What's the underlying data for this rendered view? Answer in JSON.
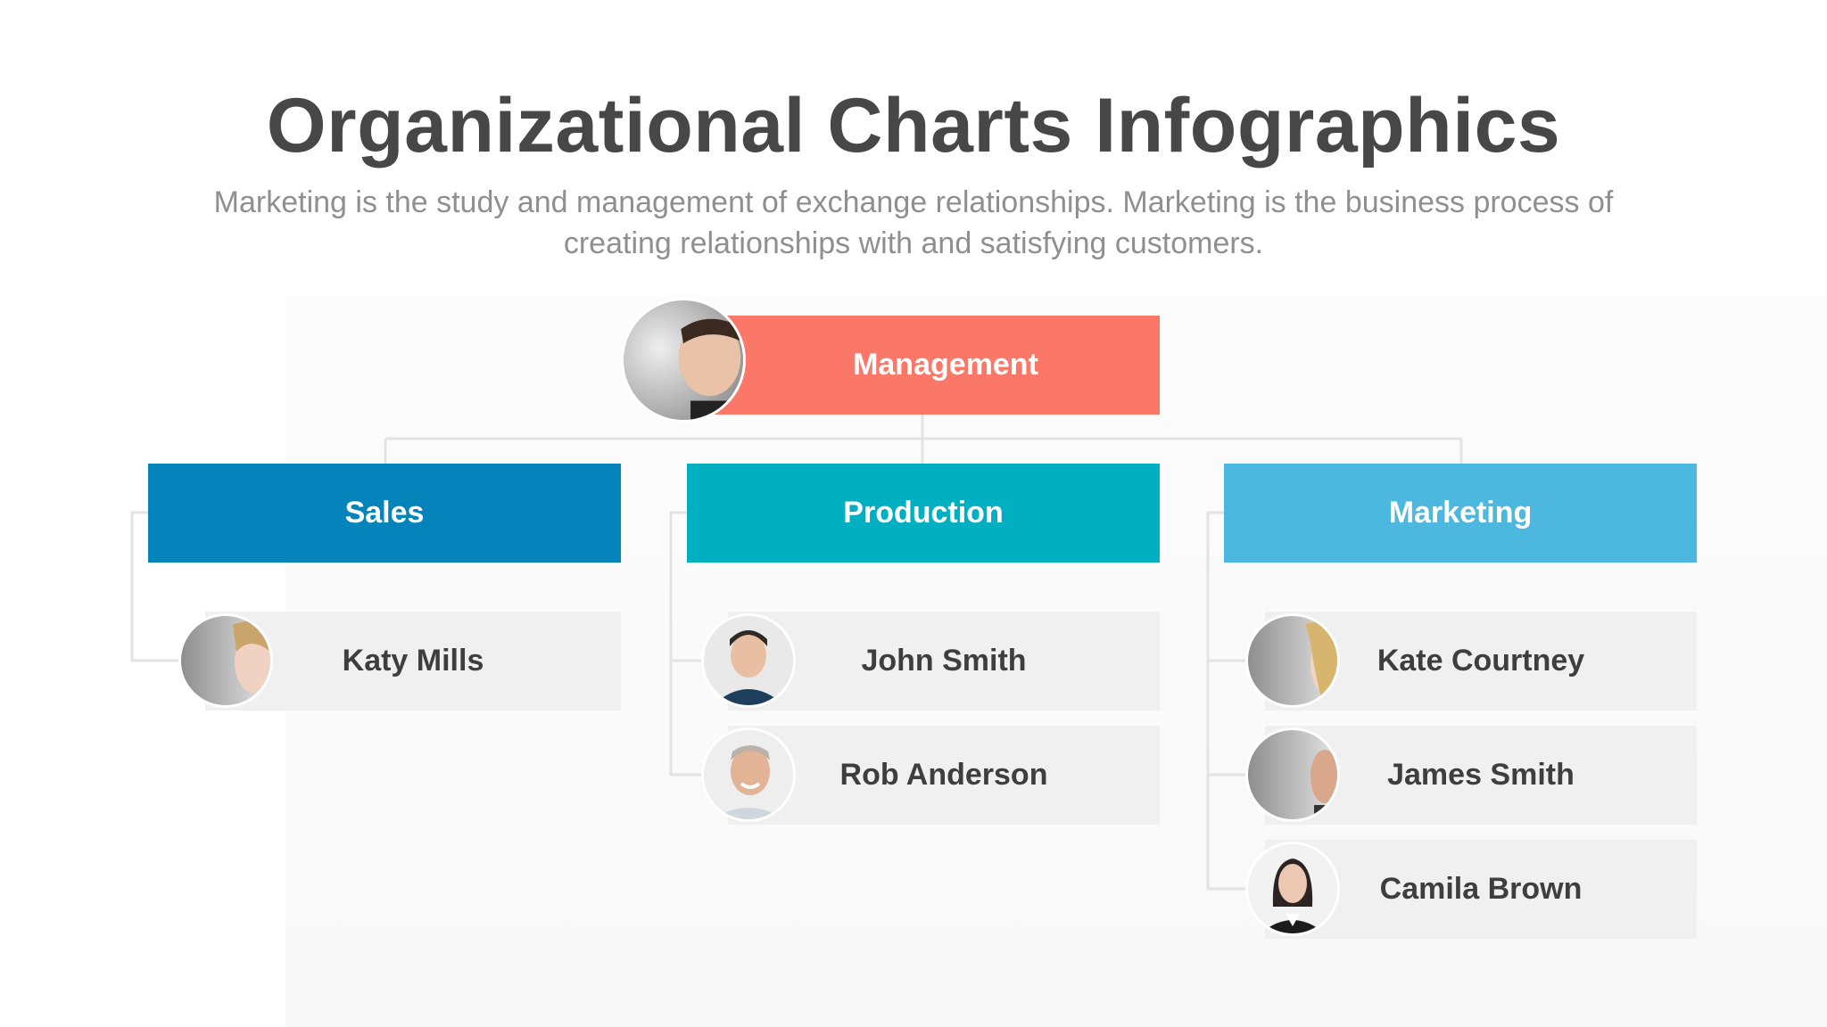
{
  "title": "Organizational Charts Infographics",
  "subtitle": "Marketing is the study and management of exchange relationships. Marketing is the business process of creating relationships with and satisfying customers.",
  "colors": {
    "management": "#fb7869",
    "sales": "#0484bb",
    "production": "#01b0c0",
    "marketing": "#4db8df",
    "card": "#f1f0f1",
    "connector": "#e3e3e3"
  },
  "management": {
    "label": "Management",
    "icon": "person-photo-icon"
  },
  "departments": [
    {
      "label": "Sales",
      "members": [
        "Katy Mills"
      ]
    },
    {
      "label": "Production",
      "members": [
        "John Smith",
        "Rob Anderson"
      ]
    },
    {
      "label": "Marketing",
      "members": [
        "Kate Courtney",
        "James Smith",
        "Camila Brown"
      ]
    }
  ]
}
